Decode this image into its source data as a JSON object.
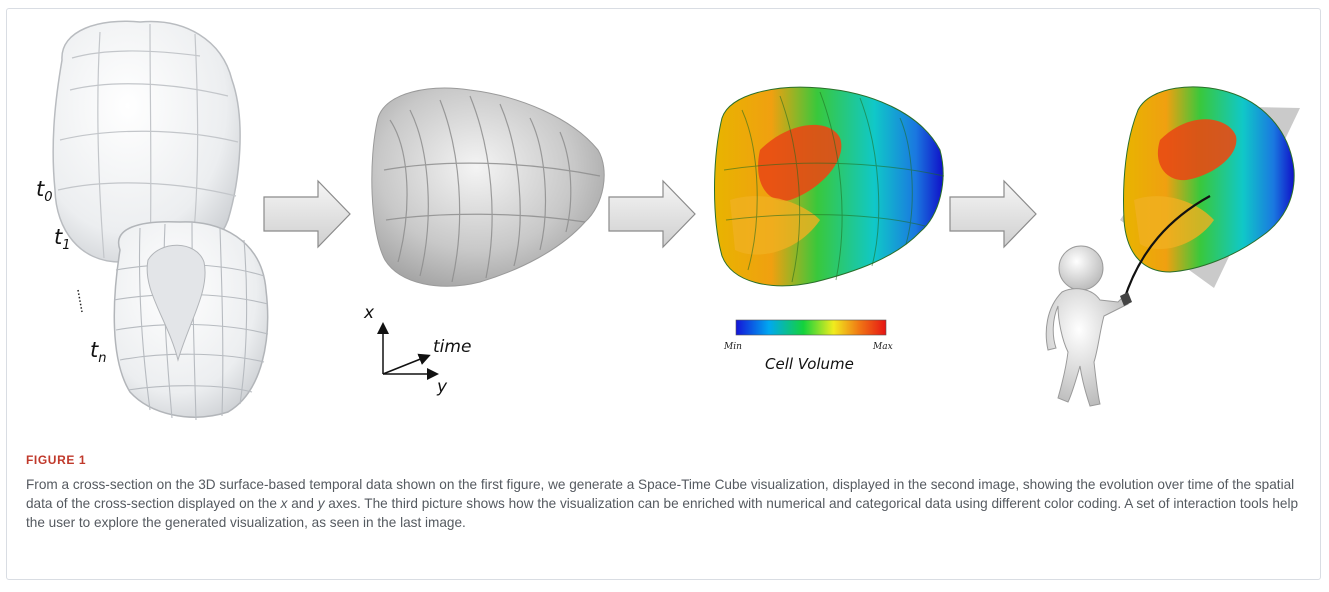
{
  "figure": {
    "label": "FIGURE 1",
    "caption": {
      "part1": "From a cross-section on the 3D surface-based temporal data shown on the first figure, we generate a Space-Time Cube visualization, displayed in the second image, showing the evolution over time of the spatial data of the cross-section displayed on the ",
      "axis_x": "x",
      "part2": " and ",
      "axis_y": "y",
      "part3": " axes. The third picture shows how the visualization can be enriched with numerical and categorical data using different color coding. A set of interaction tools help the user to explore the generated visualization, as seen in the last image."
    }
  },
  "panel1": {
    "labels": [
      {
        "base": "t",
        "sub": "0"
      },
      {
        "base": "t",
        "sub": "1"
      },
      {
        "base": "t",
        "sub": "n"
      }
    ]
  },
  "panel2": {
    "axes": {
      "x": "x",
      "y": "y",
      "time": "time"
    }
  },
  "panel3": {
    "colorbar": {
      "min_label": "Min",
      "max_label": "Max",
      "title": "Cell Volume",
      "colors": [
        "#1414d8",
        "#00a8f0",
        "#14d23c",
        "#f0ec1e",
        "#f07814",
        "#e61414"
      ]
    }
  },
  "icons": [
    "arrow-right-icon",
    "stick-figure-icon",
    "cell-cluster-icon",
    "grey-volume-icon",
    "colored-volume-icon"
  ]
}
